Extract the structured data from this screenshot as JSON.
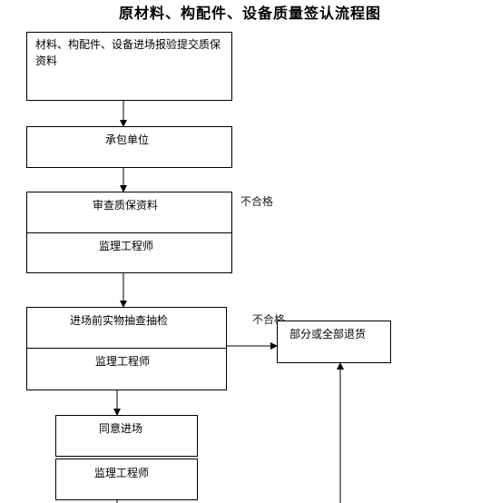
{
  "title": "原材料、构配件、设备质量签认流程图",
  "nodes": {
    "submit": "材料、构配件、设备进场报验提交质保资料",
    "contractor": "承包单位",
    "review": "审查质保资料",
    "supervisor_1": "监理工程师",
    "inspection": "进场前实物抽查抽检",
    "supervisor_2": "监理工程师",
    "approve_entry": "同意进场",
    "supervisor_3": "监理工程师",
    "return_goods": "部分或全部退货"
  },
  "labels": {
    "fail_1": "不合格",
    "fail_2": "不合格"
  }
}
